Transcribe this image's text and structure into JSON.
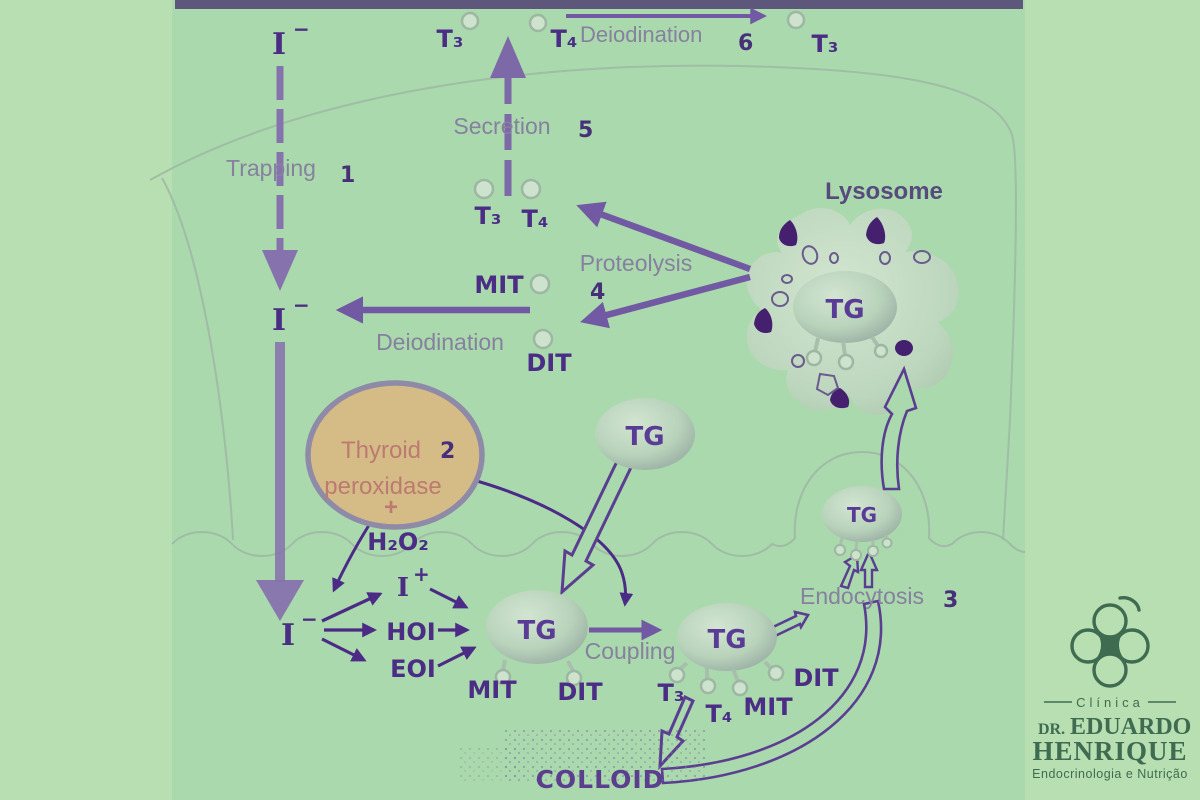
{
  "steps": {
    "trapping": {
      "label": "Trapping",
      "number": "1"
    },
    "peroxidase": {
      "line1": "Thyroid",
      "line2": "peroxidase",
      "plus": "+",
      "number": "2",
      "cofactor": "H₂O₂"
    },
    "endocytosis": {
      "label": "Endocytosis",
      "number": "3"
    },
    "proteolysis": {
      "label": "Proteolysis",
      "number": "4"
    },
    "secretion": {
      "label": "Secretion",
      "number": "5"
    },
    "deiodination_serum": {
      "label": "Deiodination",
      "number": "6"
    },
    "deiodination_cell": {
      "label": "Deiodination"
    },
    "coupling": {
      "label": "Coupling"
    }
  },
  "molecules": {
    "iodide_symbol": "I",
    "iodide_charge": "−",
    "iodinium_symbol": "I",
    "iodinium_charge": "+",
    "t3": "T₃",
    "t4": "T₄",
    "mit": "MIT",
    "dit": "DIT",
    "hoi": "HOI",
    "eoi": "EOI",
    "tg": "TG",
    "colloid": "COLLOID"
  },
  "organelles": {
    "lysosome": "Lysosome"
  },
  "logo": {
    "clinic": "Clínica",
    "prefix": "DR.",
    "first": "EDUARDO",
    "last": "HENRIQUE",
    "tagline": "Endocrinologia e Nutrição"
  },
  "colors": {
    "margin_bg": "#b8dfb2",
    "diagram_bg": "#a9d9ac",
    "top_bar": "#5d577b",
    "arrow_purple": "#7259a3",
    "arrow_muted": "#8673ae",
    "thin_arrow": "#4c2b87",
    "open_arrow_stroke": "#5b3e92",
    "process_label": "#87809f",
    "molecule_text": "#4b2d86",
    "tg_text": "#5a3c96",
    "number_text": "#473078",
    "membrane_line": "#9fb7a5",
    "peroxidase_fill": "#d5bc86",
    "peroxidase_border": "#8e8aa7",
    "peroxidase_text": "#bd7a72",
    "lysosome_inclusion": "#44206e",
    "logo_green": "#3f6b51"
  }
}
